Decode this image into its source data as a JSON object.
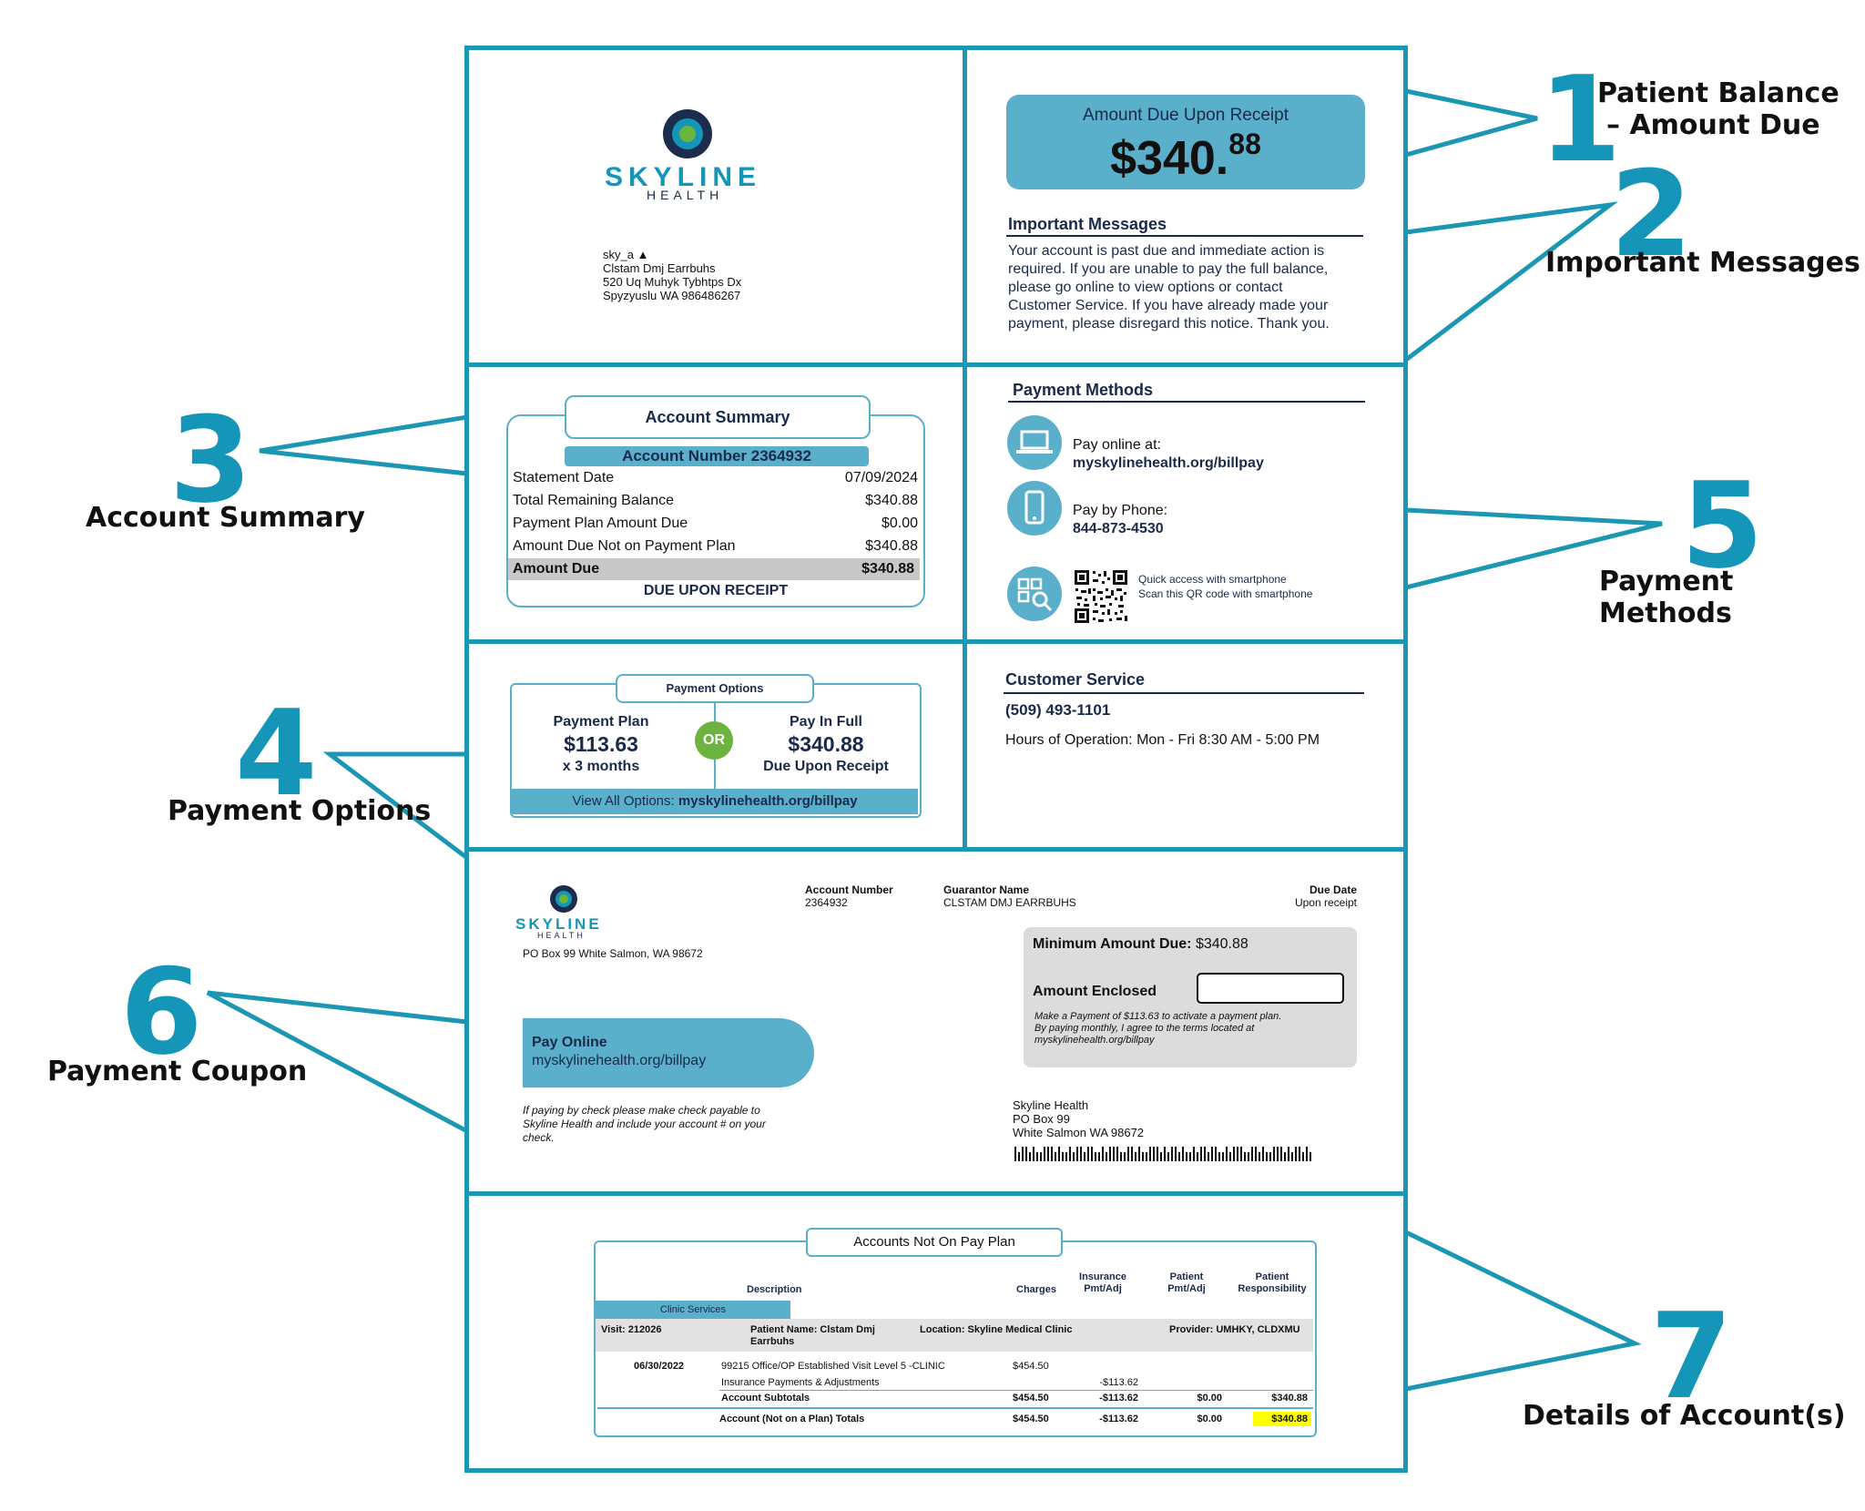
{
  "callouts": [
    {
      "num": "1",
      "label_line1": "Patient Balance",
      "label_line2": "– Amount Due"
    },
    {
      "num": "2",
      "label": "Important Messages"
    },
    {
      "num": "3",
      "label": "Account Summary"
    },
    {
      "num": "4",
      "label": "Payment Options"
    },
    {
      "num": "5",
      "label": "Payment Methods"
    },
    {
      "num": "6",
      "label": "Payment Coupon"
    },
    {
      "num": "7",
      "label": "Details of Account(s)"
    }
  ],
  "logo": {
    "word": "SKYLINE",
    "sub": "HEALTH"
  },
  "address": {
    "line1": "sky_a",
    "line2": "Clstam Dmj Earrbuhs",
    "line3": "520 Uq Muhyk Tybhtps Dx",
    "line4": "Spyzyuslu WA 986486267"
  },
  "amount_due": {
    "label": "Amount Due Upon Receipt",
    "dollars": "$340.",
    "cents": "88"
  },
  "important": {
    "title": "Important Messages",
    "lines": [
      "Your account is past due and immediate action is",
      "required. If you are unable to pay the full balance,",
      "please go online to view options or contact",
      "Customer Service. If you have already made your",
      "payment, please disregard this notice. Thank you."
    ]
  },
  "summary": {
    "title": "Account Summary",
    "account_number": "Account Number 2364932",
    "rows": [
      {
        "label": "Statement Date",
        "value": "07/09/2024"
      },
      {
        "label": "Total Remaining Balance",
        "value": "$340.88"
      },
      {
        "label": "Payment Plan Amount Due",
        "value": "$0.00"
      },
      {
        "label": "Amount Due Not on Payment Plan",
        "value": "$340.88"
      }
    ],
    "total_label": "Amount Due",
    "total_value": "$340.88",
    "footer": "DUE UPON RECEIPT"
  },
  "payment_methods": {
    "title": "Payment Methods",
    "online_label": "Pay online at:",
    "online_url": "myskylinehealth.org/billpay",
    "phone_label": "Pay by Phone:",
    "phone": "844-873-4530",
    "qr_line1": "Quick access with smartphone",
    "qr_line2": "Scan this QR code with smartphone"
  },
  "payment_options": {
    "title": "Payment Options",
    "plan_label": "Payment Plan",
    "plan_amount": "$113.63",
    "plan_term": "x 3 months",
    "or": "OR",
    "full_label": "Pay In Full",
    "full_amount": "$340.88",
    "full_term": "Due Upon Receipt",
    "footer_prefix": "View All Options: ",
    "footer_url": "myskylinehealth.org/billpay"
  },
  "customer_service": {
    "title": "Customer Service",
    "phone": "(509) 493-1101",
    "hours": "Hours of Operation: Mon - Fri 8:30 AM - 5:00 PM"
  },
  "coupon": {
    "remit_address": "PO Box 99 White Salmon, WA 98672",
    "acct_label": "Account Number",
    "acct_value": "2364932",
    "guar_label": "Guarantor Name",
    "guar_value": "CLSTAM DMJ EARRBUHS",
    "due_label": "Due Date",
    "due_value": "Upon receipt",
    "min_label": "Minimum Amount Due:",
    "min_value": "$340.88",
    "enclosed_label": "Amount Enclosed",
    "note_line1": "Make a Payment of $113.63 to activate a payment plan.",
    "note_line2": "By paying monthly, I agree to the terms located at",
    "note_line3": "myskylinehealth.org/billpay",
    "pay_online": "Pay Online",
    "pay_online_url": "myskylinehealth.org/billpay",
    "check_line1": "If paying by check please make check payable to",
    "check_line2": "Skyline Health and include your account # on your",
    "check_line3": "check.",
    "mail_line1": "Skyline Health",
    "mail_line2": "PO Box 99",
    "mail_line3": "White Salmon WA 98672"
  },
  "details": {
    "title": "Accounts Not On Pay Plan",
    "headers": {
      "description": "Description",
      "charges": "Charges",
      "insurance_1": "Insurance",
      "insurance_2": "Pmt/Adj",
      "patient_1": "Patient",
      "patient_2": "Pmt/Adj",
      "resp_1": "Patient",
      "resp_2": "Responsibility"
    },
    "tab": "Clinic Services",
    "visit": "Visit: 212026",
    "patient_name_1": "Patient Name: Clstam Dmj",
    "patient_name_2": "Earrbuhs",
    "location": "Location: Skyline Medical Clinic",
    "provider": "Provider: UMHKY, CLDXMU",
    "date": "06/30/2022",
    "line1_desc": "99215 Office/OP Established Visit Level 5 -CLINIC",
    "line1_charge": "$454.50",
    "line2_desc": "Insurance Payments & Adjustments",
    "line2_ins": "-$113.62",
    "subtotal_label": "Account Subtotals",
    "subtotal_charges": "$454.50",
    "subtotal_ins": "-$113.62",
    "subtotal_pat": "$0.00",
    "subtotal_resp": "$340.88",
    "total_label": "Account (Not on a Plan) Totals",
    "total_charges": "$454.50",
    "total_ins": "-$113.62",
    "total_pat": "$0.00",
    "total_resp": "$340.88"
  },
  "colors": {
    "teal": "#1b96b3",
    "light_teal": "#5aafcb",
    "navy": "#1a2a4a",
    "green": "#6db33f",
    "highlight": "#ffff00"
  }
}
